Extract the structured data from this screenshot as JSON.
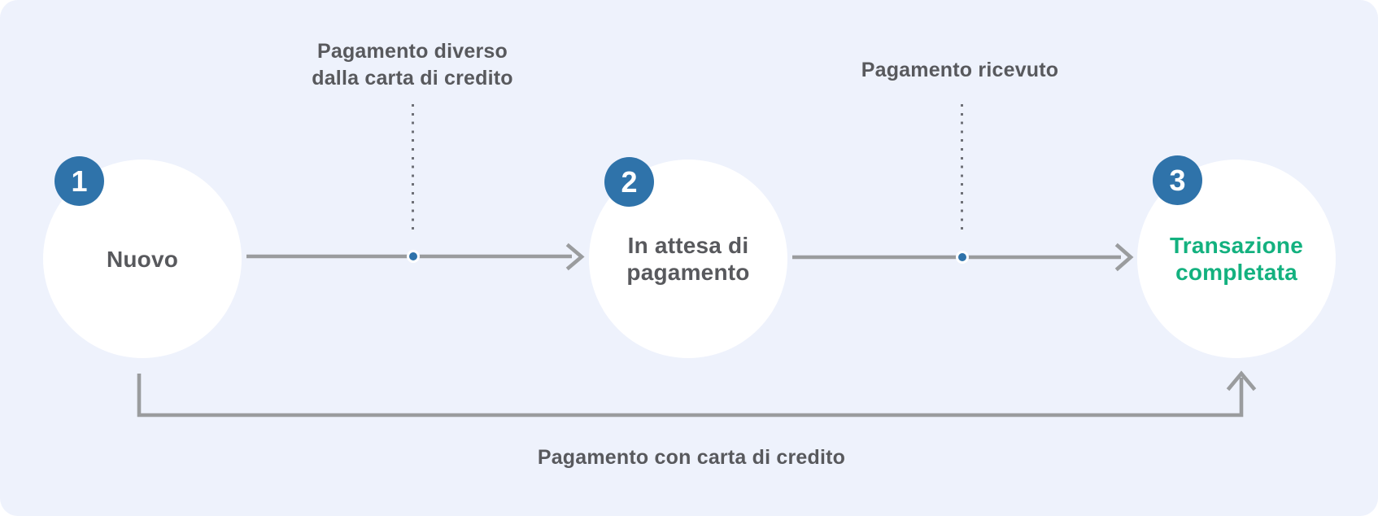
{
  "steps": [
    {
      "number": "1",
      "label": "Nuovo"
    },
    {
      "number": "2",
      "label": "In attesa di pagamento"
    },
    {
      "number": "3",
      "label": "Transazione completata",
      "status": "success"
    }
  ],
  "transitions": {
    "non_credit_card": {
      "label": "Pagamento diverso dalla carta di credito",
      "from": "Nuovo",
      "to": "In attesa di pagamento"
    },
    "payment_received": {
      "label": "Pagamento ricevuto",
      "from": "In attesa di pagamento",
      "to": "Transazione completata"
    },
    "credit_card": {
      "label": "Pagamento con carta di credito",
      "from": "Nuovo",
      "to": "Transazione completata"
    }
  },
  "colors": {
    "panel_background": "#eef2fc",
    "step_circle": "#ffffff",
    "badge": "#2f73aa",
    "badge_text": "#ffffff",
    "connector": "#9a9c9e",
    "milestone_dot": "#2f73aa",
    "dotted_line": "#6e7077",
    "text": "#58595d",
    "success_text": "#13b17f"
  }
}
